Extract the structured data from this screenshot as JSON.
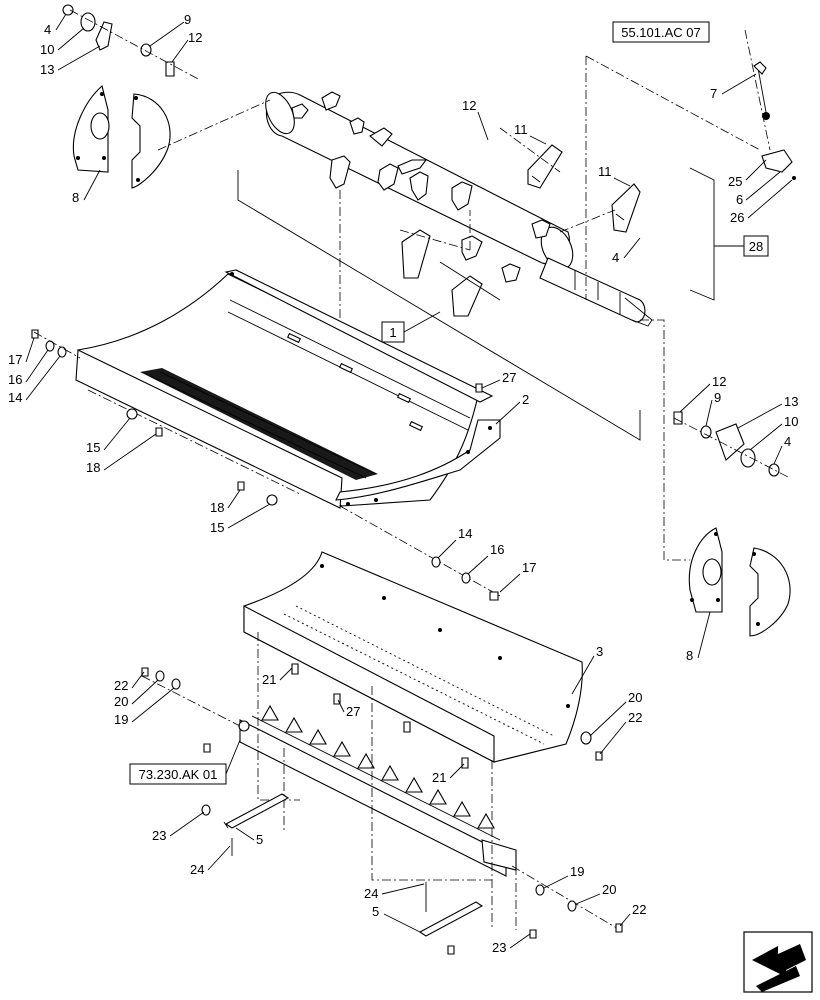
{
  "references": {
    "ref_55101": "55.101.AC 07",
    "ref_73230": "73.230.AK 01"
  },
  "boxed_items": {
    "item_1": "1",
    "item_28": "28"
  },
  "callouts": {
    "c_4a": "4",
    "c_10a": "10",
    "c_13a": "13",
    "c_9a": "9",
    "c_12a": "12",
    "c_8a": "8",
    "c_12b": "12",
    "c_11a": "11",
    "c_11b": "11",
    "c_4b": "4",
    "c_7": "7",
    "c_25": "25",
    "c_6": "6",
    "c_26": "26",
    "c_17a": "17",
    "c_16a": "16",
    "c_14a": "14",
    "c_27a": "27",
    "c_2": "2",
    "c_15a": "15",
    "c_18a": "18",
    "c_18b": "18",
    "c_15b": "15",
    "c_12c": "12",
    "c_9b": "9",
    "c_13b": "13",
    "c_10b": "10",
    "c_4c": "4",
    "c_8b": "8",
    "c_14b": "14",
    "c_16b": "16",
    "c_17b": "17",
    "c_3": "3",
    "c_22a": "22",
    "c_20a": "20",
    "c_19a": "19",
    "c_21a": "21",
    "c_27b": "27",
    "c_20b": "20",
    "c_22b": "22",
    "c_21b": "21",
    "c_23a": "23",
    "c_5a": "5",
    "c_24a": "24",
    "c_19b": "19",
    "c_20c": "20",
    "c_24b": "24",
    "c_5b": "5",
    "c_22c": "22",
    "c_23b": "23"
  }
}
